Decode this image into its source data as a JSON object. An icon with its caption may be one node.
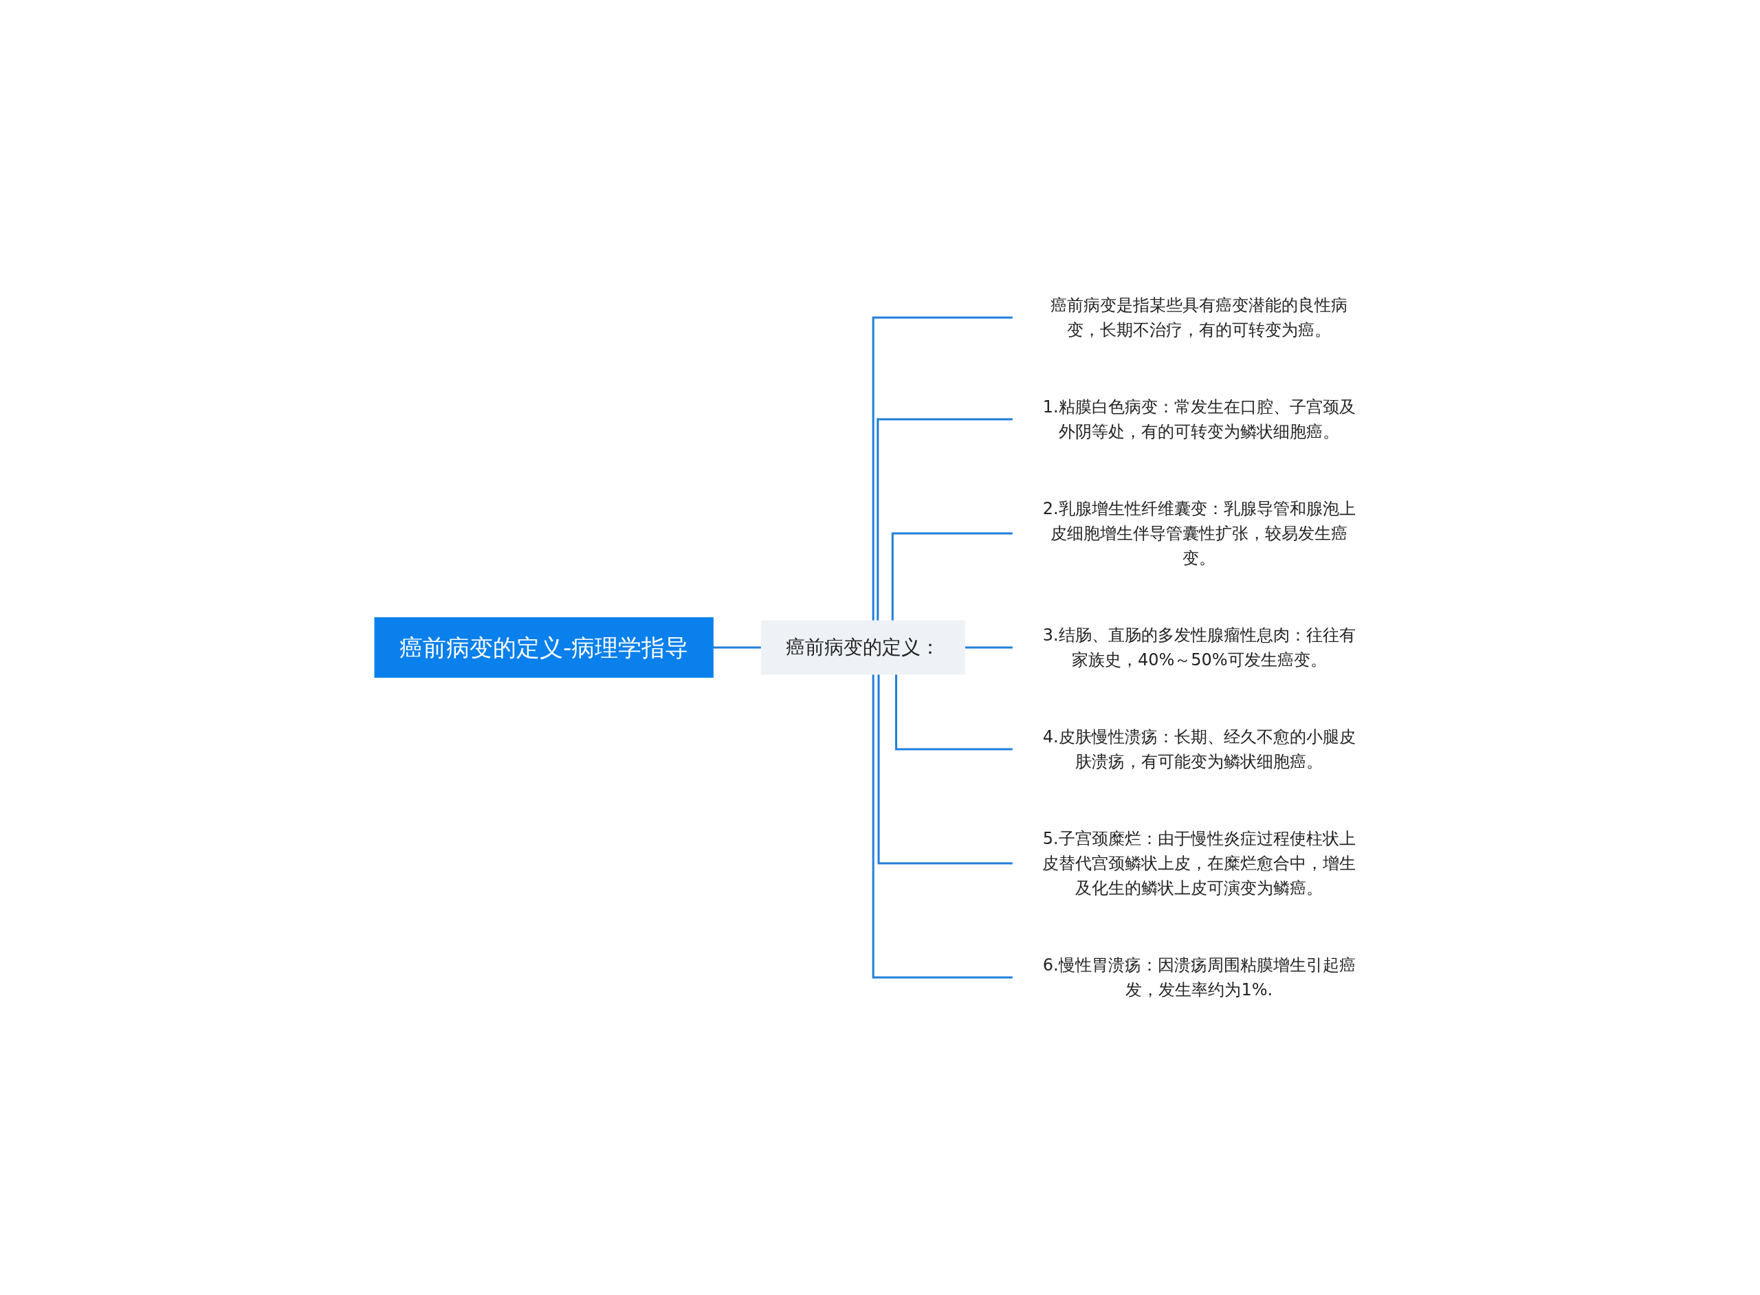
{
  "diagram": {
    "nodes": [
      {
        "text": [
          "癌前病变的定义-病理学指导"
        ]
      },
      {
        "text": [
          "癌前病变的定义："
        ]
      },
      {
        "text": [
          "癌前病变是指某些具有癌变潜能的良性病变，长期不治疗，有的可转变为癌。"
        ]
      },
      {
        "text": [
          "1.粘膜白色病变：常发生在口腔、子宫颈及外阴等处，有的可转变为鳞状细胞癌。"
        ]
      },
      {
        "text": [
          "2.乳腺增生性纤维囊变：乳腺导管和腺泡上皮细胞增生伴导管囊性扩张，较易发生癌变。"
        ]
      },
      {
        "text": [
          "3.结肠、直肠的多发性腺瘤性息肉：往往有家族史，40%～50%可发生癌变。"
        ]
      },
      {
        "text": [
          "4.皮肤慢性溃疡：长期、经久不愈的小腿皮肤溃疡，有可能变为鳞状细胞癌。"
        ]
      },
      {
        "text": [
          "5.子宫颈糜烂：由于慢性炎症过程使柱状上皮替代宫颈鳞状上皮，在糜烂愈合中，增生及化生的鳞状上皮可演变为鳞癌。"
        ]
      },
      {
        "text": [
          "6.慢性胃溃疡：因溃疡周围粘膜增生引起癌发，发生率约为1%."
        ]
      }
    ],
    "edges": [
      {
        "from": 0,
        "to": 1,
        "arrow": "none"
      },
      {
        "from": 1,
        "to": 2,
        "arrow": "none"
      },
      {
        "from": 1,
        "to": 3,
        "arrow": "none"
      },
      {
        "from": 1,
        "to": 4,
        "arrow": "none"
      },
      {
        "from": 1,
        "to": 5,
        "arrow": "none"
      },
      {
        "from": 1,
        "to": 6,
        "arrow": "none"
      },
      {
        "from": 1,
        "to": 7,
        "arrow": "none"
      },
      {
        "from": 1,
        "to": 8,
        "arrow": "none"
      }
    ]
  }
}
